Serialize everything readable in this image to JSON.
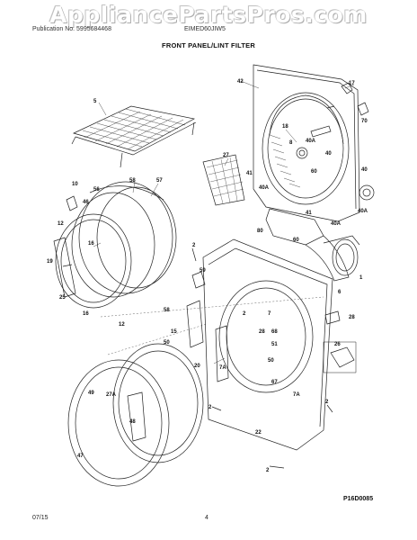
{
  "header": {
    "watermark": "AppliancePartsPros.com",
    "publication": "Publication No. 5995684468",
    "model": "EIMED60JIW5",
    "title": "FRONT PANEL/LINT FILTER"
  },
  "footer": {
    "date": "07/15",
    "page": "4",
    "figure_code": "P16D0085"
  },
  "callouts": [
    "42",
    "17",
    "70",
    "5",
    "18",
    "8",
    "40A",
    "40",
    "60",
    "27",
    "41",
    "40A",
    "40A",
    "40",
    "10",
    "56",
    "58",
    "57",
    "46",
    "12",
    "16",
    "19",
    "25",
    "16",
    "12",
    "2",
    "59",
    "80",
    "41",
    "40A",
    "1",
    "60",
    "6",
    "2",
    "28",
    "58",
    "15",
    "50",
    "7",
    "28",
    "68",
    "51",
    "50",
    "26",
    "7A",
    "67",
    "2",
    "7A",
    "20",
    "49",
    "27A",
    "48",
    "47",
    "2",
    "22",
    "2"
  ]
}
